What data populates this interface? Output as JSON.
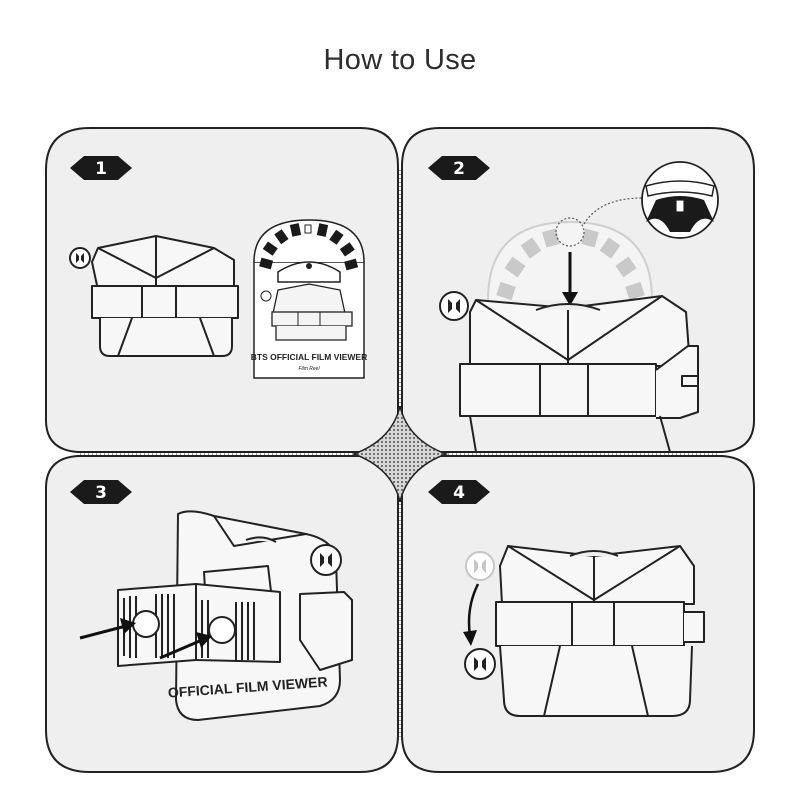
{
  "title": "How to Use",
  "steps": [
    {
      "number": "1",
      "viewer_logo": "bts-logo-icon",
      "box_label": "BTS OFFICIAL FILM VIEWER",
      "box_sublabel": "Film Reel"
    },
    {
      "number": "2",
      "viewer_logo": "bts-logo-icon"
    },
    {
      "number": "3",
      "viewer_label": "OFFICIAL FILM VIEWER",
      "viewer_logo": "bts-logo-icon"
    },
    {
      "number": "4",
      "viewer_logo": "bts-logo-icon"
    }
  ],
  "colors": {
    "panel": "#efefef",
    "stroke": "#222222",
    "center_diamond": "#bdbdbd"
  }
}
